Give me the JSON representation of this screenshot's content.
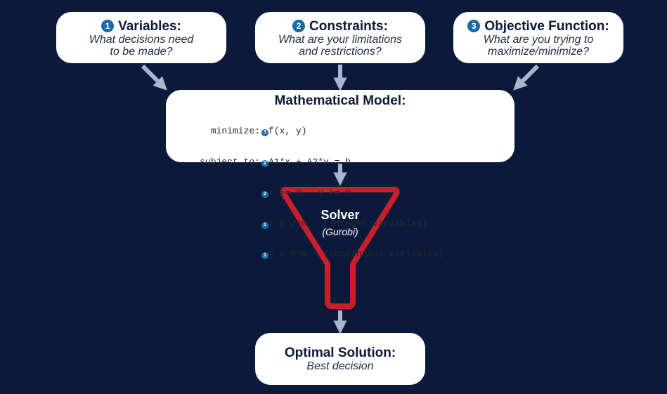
{
  "variables": {
    "number": "1",
    "title": "Variables:",
    "subtitle_line1": "What decisions need",
    "subtitle_line2": "to be made?"
  },
  "constraints": {
    "number": "2",
    "title": "Constraints:",
    "subtitle_line1": "What are your limitations",
    "subtitle_line2": "and restrictions?"
  },
  "objective": {
    "number": "3",
    "title": "Objective Function:",
    "subtitle_line1": "What are you trying to",
    "subtitle_line2": "maximize/minimize?"
  },
  "model": {
    "title": "Mathematical Model:",
    "rows": [
      {
        "label": "minimize:",
        "badge": "3",
        "expr": "f(x, y)"
      },
      {
        "label": "subject to:",
        "badge": "2",
        "expr": "A1*x + A2*y = b"
      },
      {
        "label": "",
        "badge": "2",
        "expr": "x >= 0,  y >= 0"
      },
      {
        "label": "",
        "badge": "1",
        "expr": "x ∈ Z^n   (integer variables)"
      },
      {
        "label": "",
        "badge": "1",
        "expr": "y ∈ R^m   (continuous variables)"
      }
    ]
  },
  "solver": {
    "title": "Solver",
    "subtitle": "(Gurobi)"
  },
  "solution": {
    "title": "Optimal Solution:",
    "subtitle": "Best decision"
  },
  "colors": {
    "background": "#0b1a3b",
    "arrow": "#a9b6cc",
    "funnel": "#c8202a",
    "badge": "#1a6aa8"
  }
}
